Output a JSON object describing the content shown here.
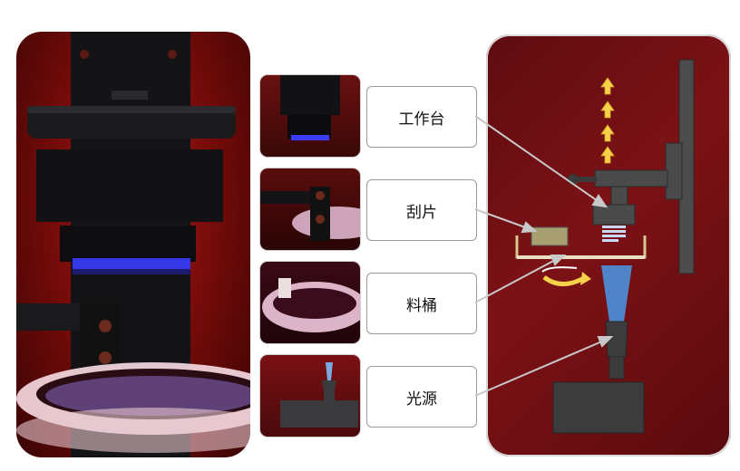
{
  "labels": {
    "platform": "工作台",
    "wiper": "刮片",
    "vat": "料桶",
    "light_source": "光源"
  },
  "colors": {
    "photo_red": "#9c1a14",
    "diagram_bg": "#6e1014",
    "arrow_yellow": "#f6d24a",
    "beam_blue": "#4f85c8",
    "machine_gray": "#4a4a4a"
  }
}
